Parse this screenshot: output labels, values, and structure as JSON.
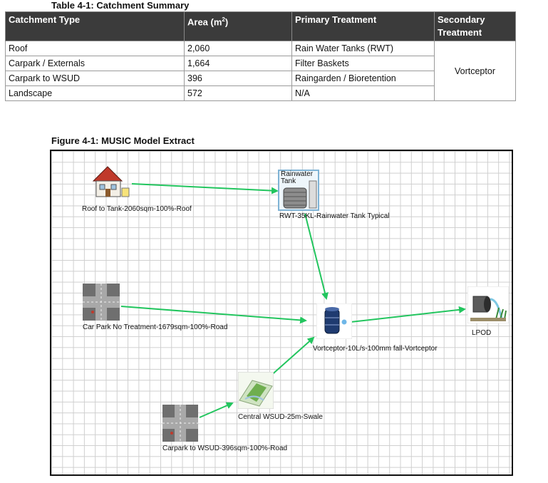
{
  "table": {
    "title": "Table 4-1: Catchment Summary",
    "headers": {
      "catchment_type": "Catchment Type",
      "area": "Area (m",
      "area_sup": "2",
      "area_close": ")",
      "primary": "Primary Treatment",
      "secondary": "Secondary Treatment"
    },
    "rows": [
      {
        "type": "Roof",
        "area": "2,060",
        "primary": "Rain Water Tanks (RWT)"
      },
      {
        "type": "Carpark / Externals",
        "area": "1,664",
        "primary": "Filter Baskets"
      },
      {
        "type": "Carpark to WSUD",
        "area": "396",
        "primary": "Raingarden / Bioretention"
      },
      {
        "type": "Landscape",
        "area": "572",
        "primary": "N/A"
      }
    ],
    "secondary_value": "Vortceptor"
  },
  "figure": {
    "title": "Figure 4-1: MUSIC Model Extract",
    "nodes": {
      "roof": "Roof to Tank-2060sqm-100%-Roof",
      "rwt": "RWT-35KL-Rainwater Tank Typical",
      "rwt_icon_text": "Rainwater Tank",
      "carpark": "Car Park No Treatment-1679sqm-100%-Road",
      "vortceptor": "Vortceptor-10L/s-100mm fall-Vortceptor",
      "lpod": "LPOD",
      "swale": "Central WSUD-25m-Swale",
      "carpark_wsud": "Carpark to WSUD-396sqm-100%-Road"
    },
    "link_color": "#22c55e"
  }
}
